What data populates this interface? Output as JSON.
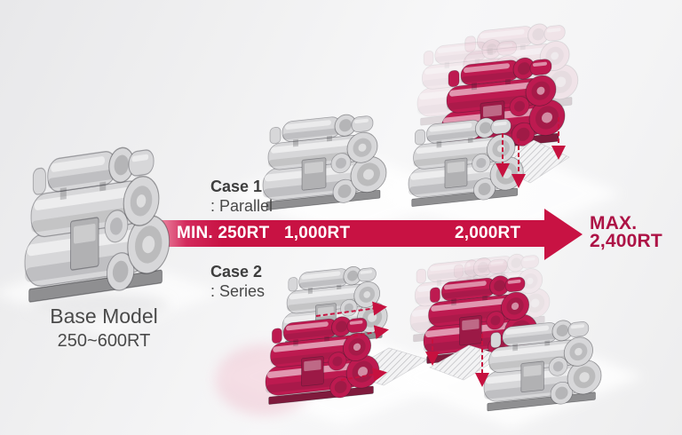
{
  "base_model": {
    "title": "Base Model",
    "range": "250~600RT"
  },
  "case1": {
    "title": "Case 1",
    "subtitle": ": Parallel"
  },
  "case2": {
    "title": "Case 2",
    "subtitle": ": Series"
  },
  "capacity_arrow": {
    "min_label": "MIN. 250RT",
    "mid_label": "1,000RT",
    "high_label": "2,000RT",
    "max_line1": "MAX.",
    "max_line2": "2,400RT"
  },
  "colors": {
    "arrow_red": "#c81243",
    "max_text_red": "#ad1346",
    "machine_gray": "#d7d7d9",
    "machine_red": "#bd1a50",
    "ghost_pink": "#e6bccb",
    "text_dark": "#3e3e3e"
  },
  "illustrations": {
    "base_model": "single-chiller-gray",
    "case1_start": "parallel-chillers-gray",
    "case1_expansion": "red-chiller-added-above-with-ghosts-and-drop-arrows",
    "case2_start": "red-chiller-in-front-of-gray-with-side-arrows",
    "case2_expansion": "red-chiller-with-ghosts-behind-gray-front"
  }
}
